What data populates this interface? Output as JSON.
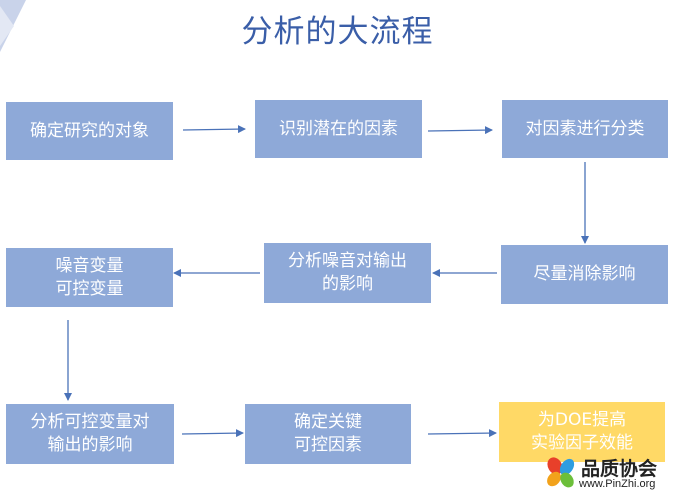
{
  "title": "分析的大流程",
  "colors": {
    "box": "#8ea9d8",
    "highlight": "#ffd966",
    "title": "#3a5ea8",
    "arrow": "#4a72b8"
  },
  "nodes": {
    "determine_object": "确定研究的对象",
    "identify_factors": "识别潜在的因素",
    "classify_factors": "对因素进行分类",
    "eliminate_impact": "尽量消除影响",
    "analyze_noise": "分析噪音对输出\n的影响",
    "noise_controllable": "噪音变量\n可控变量",
    "analyze_controllable": "分析可控变量对\n输出的影响",
    "key_controllable": "确定关键\n可控因素",
    "doe_efficiency": "为DOE提高\n实验因子效能"
  },
  "watermark": {
    "name": "品质协会",
    "url": "www.PinZhi.org"
  }
}
